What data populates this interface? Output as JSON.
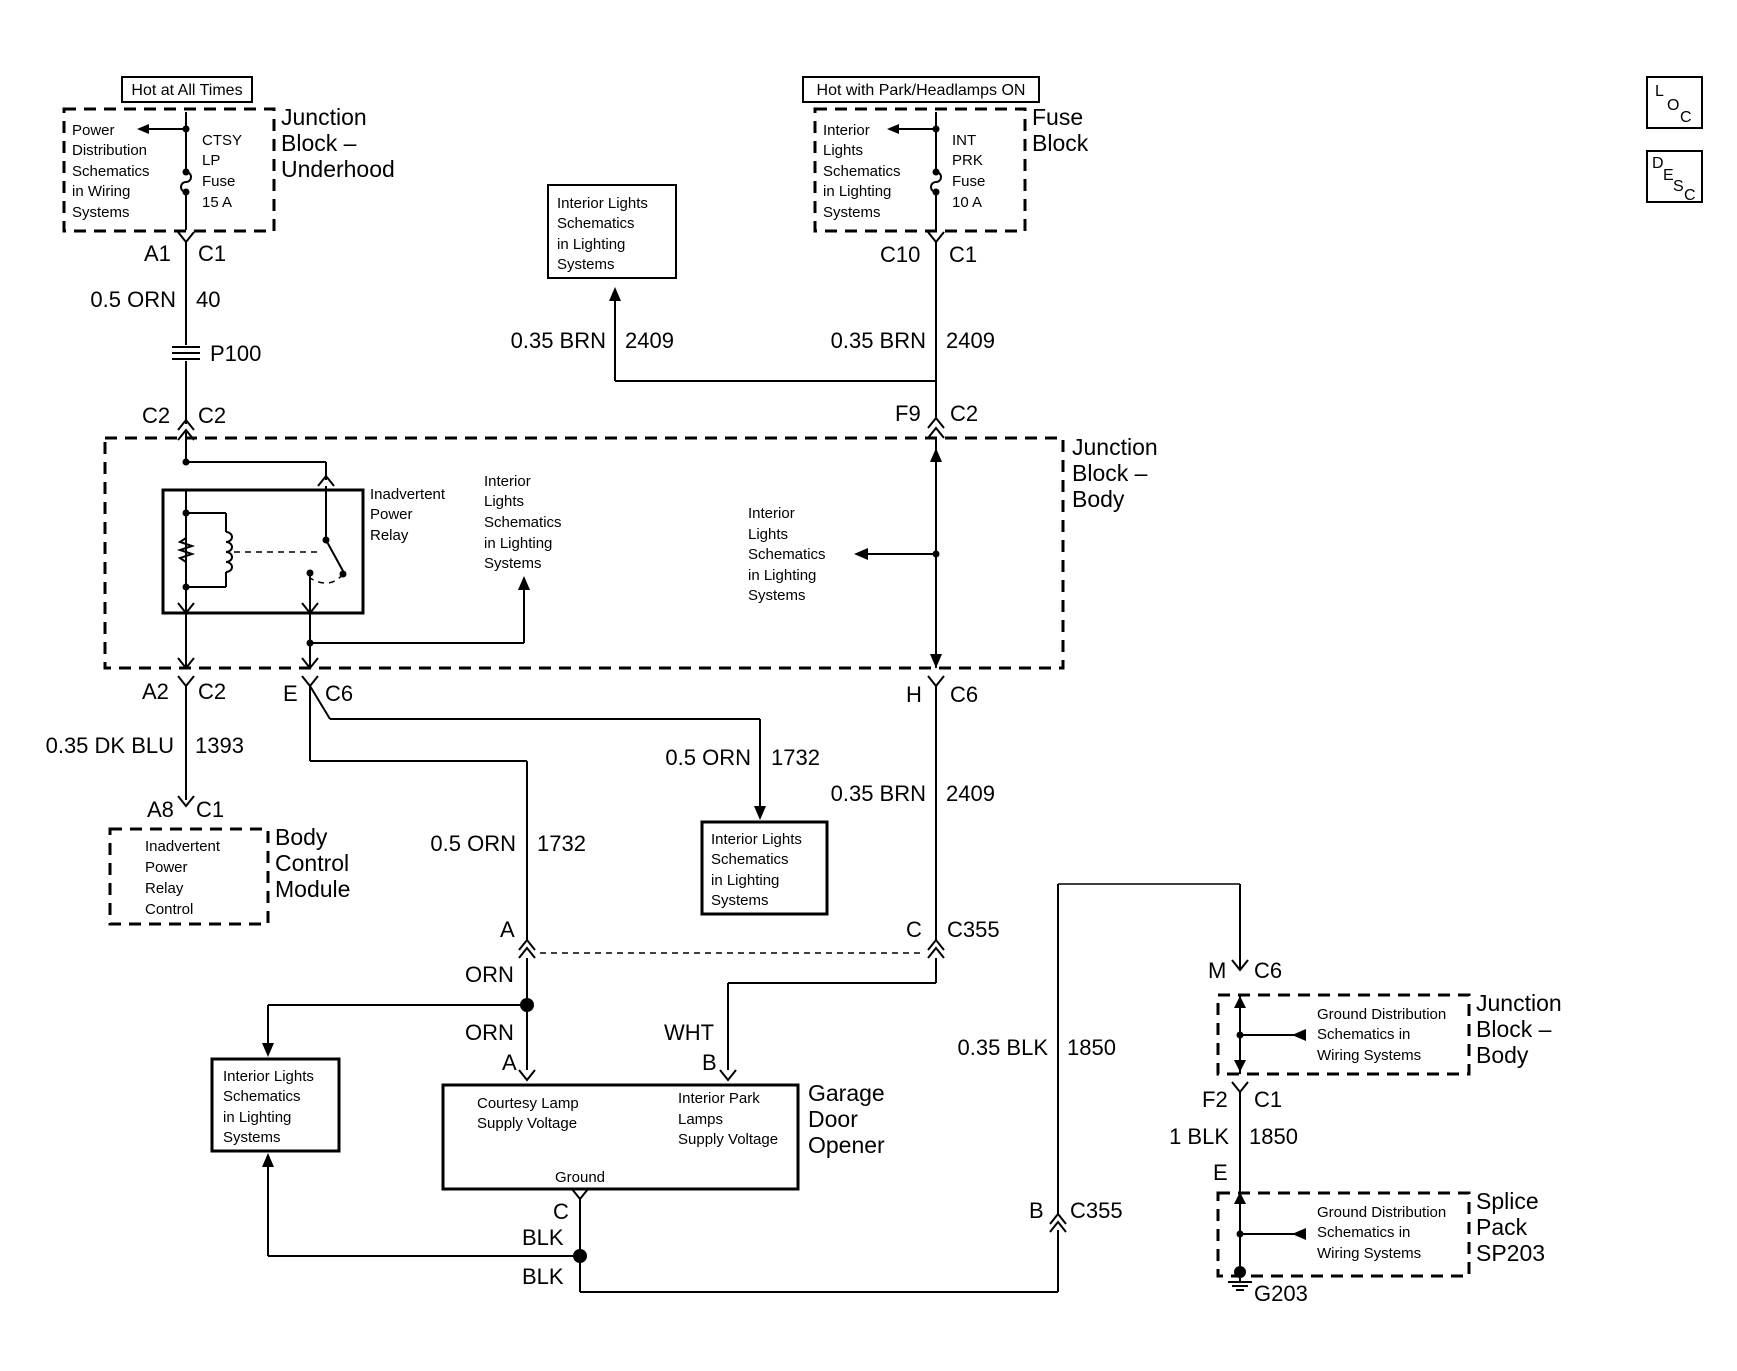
{
  "headers": {
    "hot_all_times": "Hot at All Times",
    "hot_park_headlamps": "Hot with Park/Headlamps ON"
  },
  "corner_icons": {
    "loc": [
      "L",
      "O",
      "C"
    ],
    "desc": [
      "D",
      "E",
      "S",
      "C"
    ]
  },
  "jb_underhood": {
    "title": [
      "Junction",
      "Block –",
      "Underhood"
    ],
    "ref": [
      "Power",
      "Distribution",
      "Schematics",
      "in Wiring",
      "Systems"
    ],
    "fuse": [
      "CTSY",
      "LP",
      "Fuse",
      "15 A"
    ]
  },
  "fuse_block": {
    "title": [
      "Fuse",
      "Block"
    ],
    "ref": [
      "Interior",
      "Lights",
      "Schematics",
      "in Lighting",
      "Systems"
    ],
    "fuse": [
      "INT",
      "PRK",
      "Fuse",
      "10 A"
    ]
  },
  "interior_ref": [
    "Interior Lights",
    "Schematics",
    "in Lighting",
    "Systems"
  ],
  "interior_ref_stack": [
    "Interior",
    "Lights",
    "Schematics",
    "in Lighting",
    "Systems"
  ],
  "connectors": {
    "a1": "A1",
    "c1_top": "C1",
    "c10": "C10",
    "c1_fuse": "C1",
    "c2_left": "C2",
    "c2_right": "C2",
    "f9": "F9",
    "c2_f9": "C2",
    "p100": "P100",
    "a2": "A2",
    "c2_a2": "C2",
    "e": "E",
    "c6_e": "C6",
    "h": "H",
    "c6_h": "C6",
    "a8": "A8",
    "c1_bcm": "C1",
    "a_c355": "A",
    "c_c355": "C",
    "c355": "C355",
    "a_gdo": "A",
    "b_gdo": "B",
    "c_gdo": "C",
    "m": "M",
    "c6_m": "C6",
    "f2": "F2",
    "c1_f2": "C1",
    "e_splice": "E",
    "b_c355": "B",
    "c355_b": "C355",
    "g203": "G203"
  },
  "wires": {
    "w40": {
      "color": "0.5 ORN",
      "circuit": "40"
    },
    "w2409_left": {
      "color": "0.35 BRN",
      "circuit": "2409"
    },
    "w2409_right": {
      "color": "0.35 BRN",
      "circuit": "2409"
    },
    "w1393": {
      "color": "0.35 DK BLU",
      "circuit": "1393"
    },
    "w1732_a": {
      "color": "0.5 ORN",
      "circuit": "1732"
    },
    "w1732_b": {
      "color": "0.5 ORN",
      "circuit": "1732"
    },
    "w2409_low": {
      "color": "0.35 BRN",
      "circuit": "2409"
    },
    "w1850": {
      "color": "0.35 BLK",
      "circuit": "1850"
    },
    "w1850_b": {
      "color": "1 BLK",
      "circuit": "1850"
    },
    "orn_1": "ORN",
    "orn_2": "ORN",
    "wht": "WHT",
    "blk_1": "BLK",
    "blk_2": "BLK"
  },
  "jb_body": {
    "title": [
      "Junction",
      "Block –",
      "Body"
    ],
    "relay": [
      "Inadvertent",
      "Power",
      "Relay"
    ]
  },
  "bcm": {
    "title": [
      "Body",
      "Control",
      "Module"
    ],
    "ref": [
      "Inadvertent",
      "Power",
      "Relay",
      "Control"
    ]
  },
  "gdo": {
    "title": [
      "Garage",
      "Door",
      "Opener"
    ],
    "courtesy": [
      "Courtesy Lamp",
      "Supply Voltage"
    ],
    "park": [
      "Interior Park",
      "Lamps",
      "Supply Voltage"
    ],
    "ground": "Ground"
  },
  "jb_body_lower": {
    "title": [
      "Junction",
      "Block –",
      "Body"
    ],
    "ref": [
      "Ground Distribution",
      "Schematics in",
      "Wiring Systems"
    ]
  },
  "splice": {
    "title": [
      "Splice",
      "Pack",
      "SP203"
    ],
    "ref": [
      "Ground Distribution",
      "Schematics in",
      "Wiring Systems"
    ]
  }
}
